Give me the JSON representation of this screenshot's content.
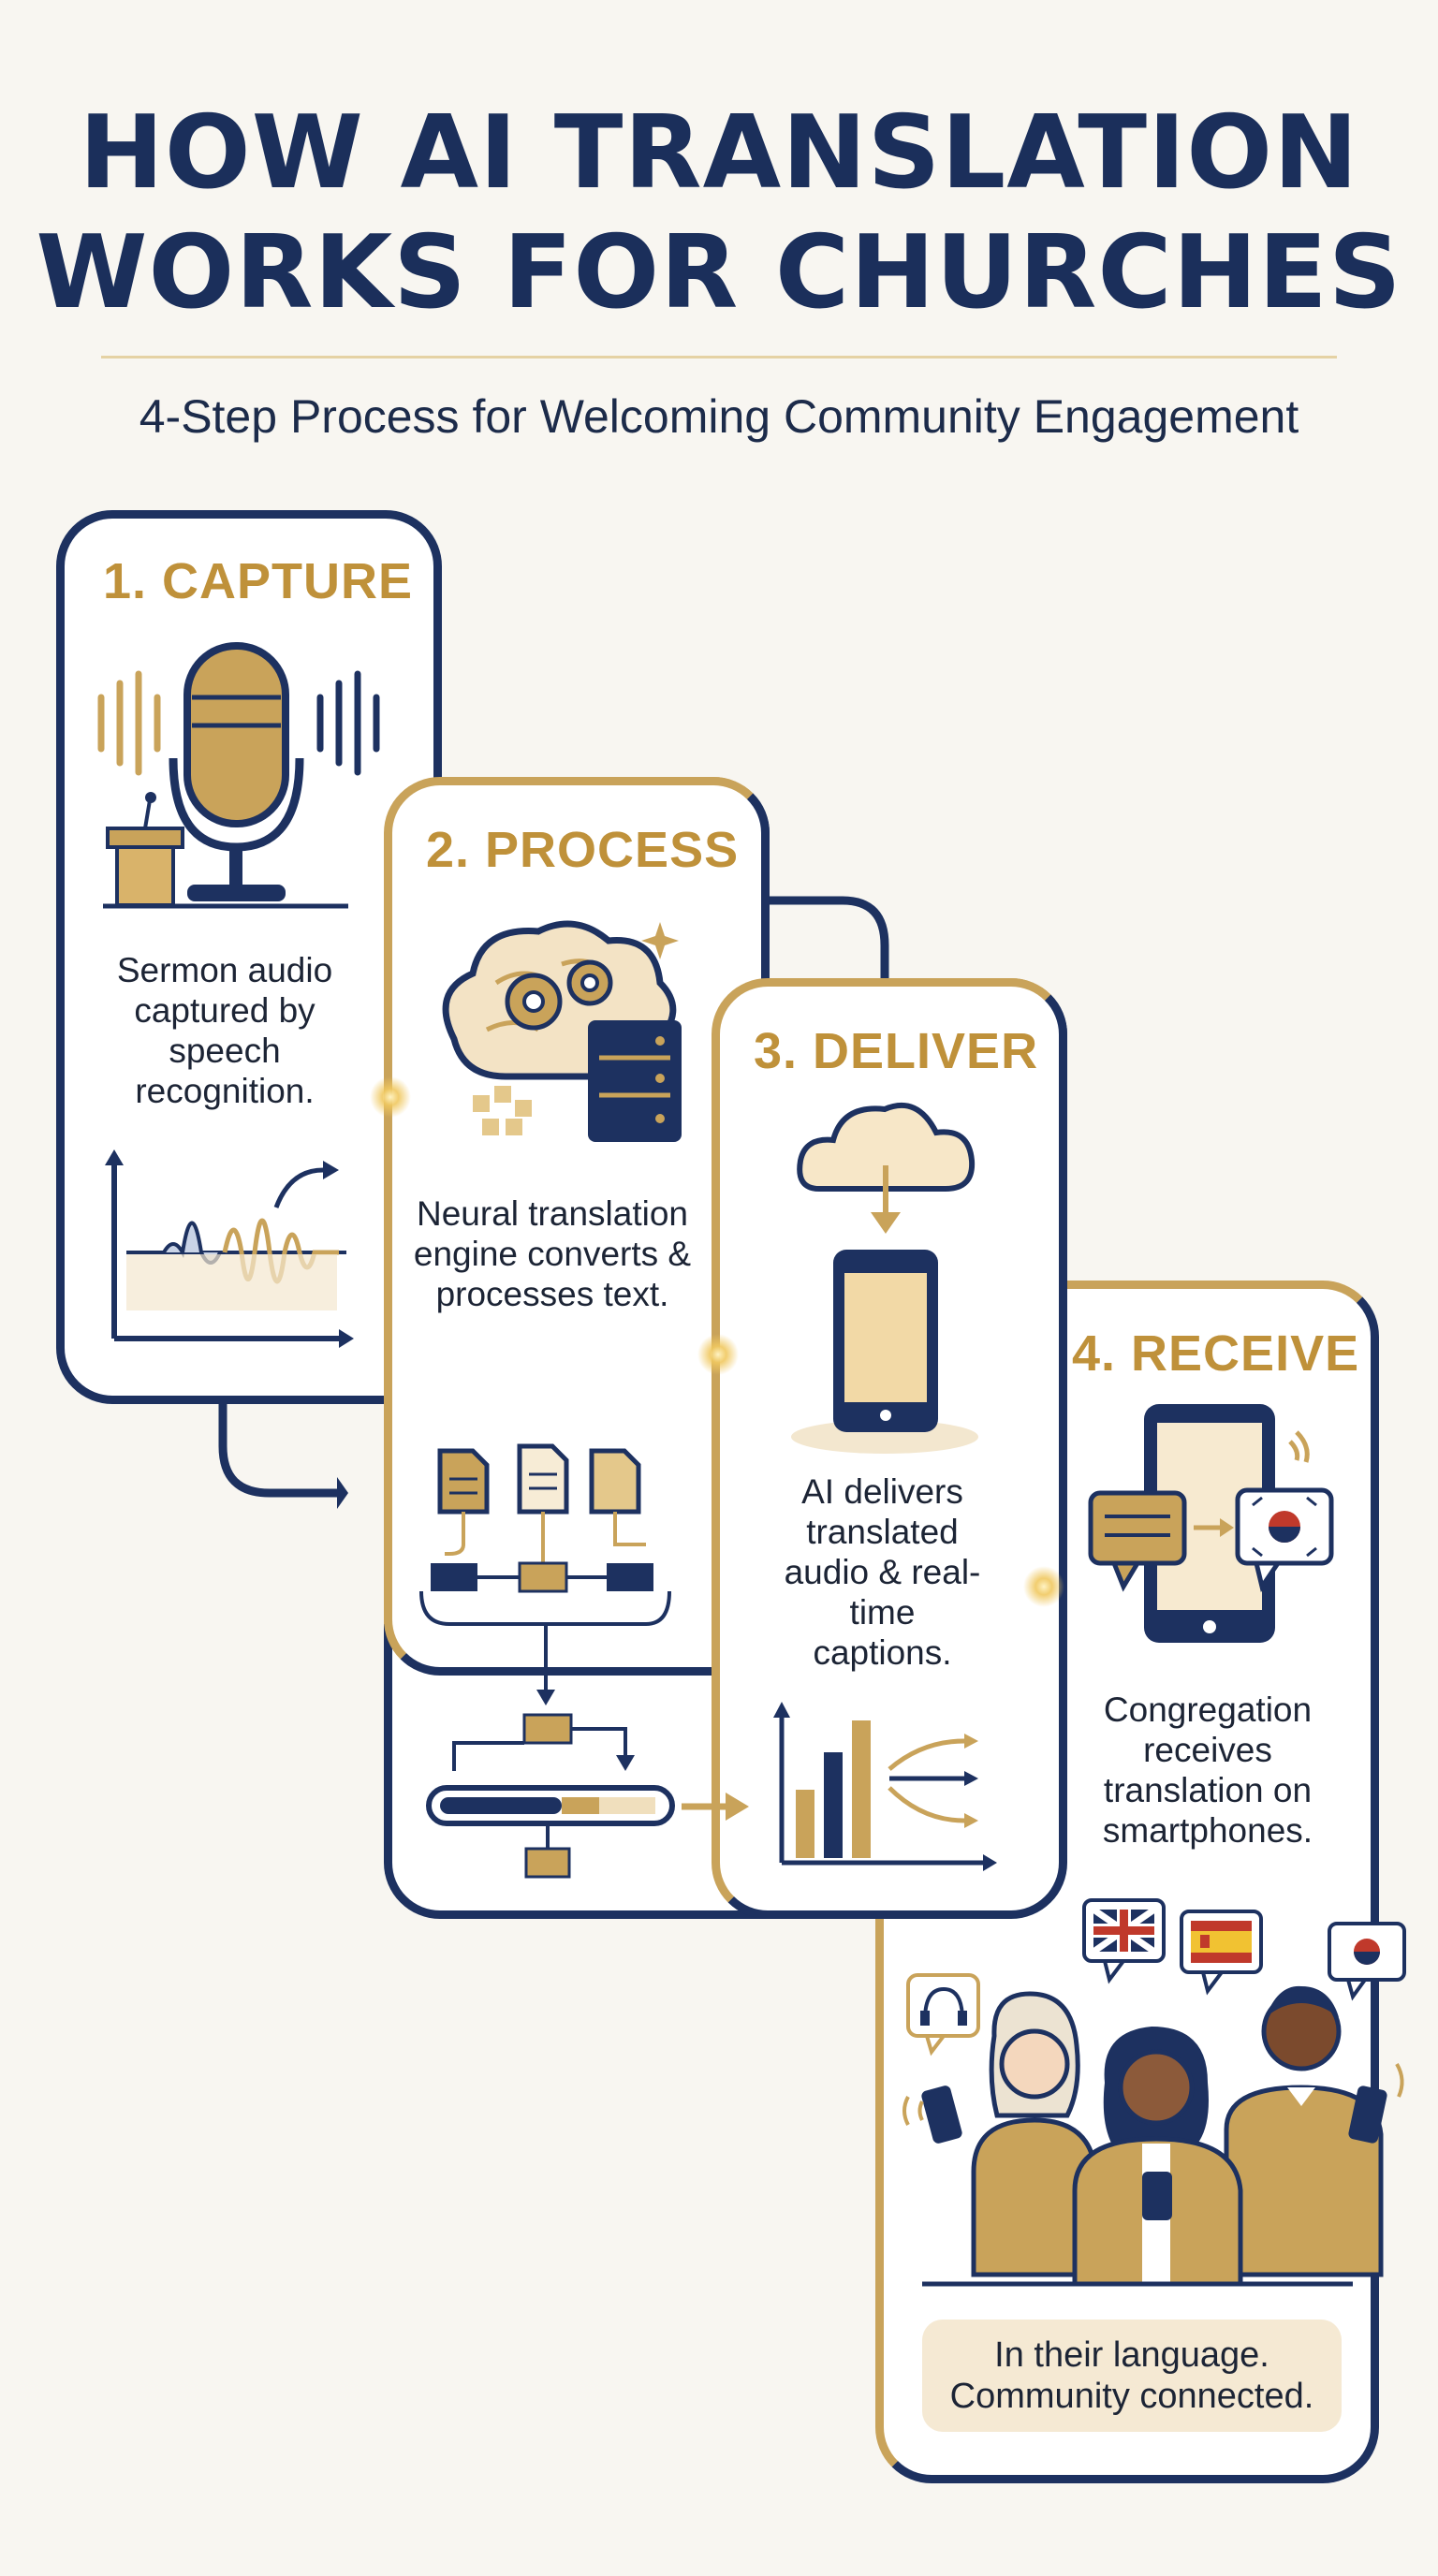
{
  "header": {
    "title_line1": "HOW AI TRANSLATION",
    "title_line2": "WORKS FOR CHURCHES",
    "subtitle": "4-Step Process for Welcoming Community Engagement"
  },
  "steps": [
    {
      "title": "1. CAPTURE",
      "text": "Sermon audio captured by speech recognition.",
      "icons": [
        "microphone-icon",
        "sound-wave-icon",
        "podium-icon",
        "waveform-chart-icon"
      ]
    },
    {
      "title": "2. PROCESS",
      "text": "Neural translation engine converts & processes text.",
      "icons": [
        "brain-gears-icon",
        "server-icon",
        "document-icon",
        "flowchart-icon",
        "progress-bar-icon"
      ]
    },
    {
      "title": "3. DELIVER",
      "text": "AI delivers translated audio & real-time captions.",
      "icons": [
        "cloud-icon",
        "smartphone-icon",
        "bar-chart-icon",
        "arrows-icon"
      ]
    },
    {
      "title": "4. RECEIVE",
      "text": "Congregation receives translation on smartphones.",
      "icons": [
        "smartphone-icon",
        "chat-bubble-icon",
        "korean-flag-icon",
        "uk-flag-icon",
        "spanish-flag-icon",
        "headphones-icon",
        "people-icon"
      ]
    }
  ],
  "footer_ribbon": {
    "line1": "In their language.",
    "line2": "Community connected."
  },
  "colors": {
    "navy": "#1d3160",
    "gold": "#c9a35a",
    "cream": "#f5e9d3",
    "background": "#f8f6f1"
  }
}
